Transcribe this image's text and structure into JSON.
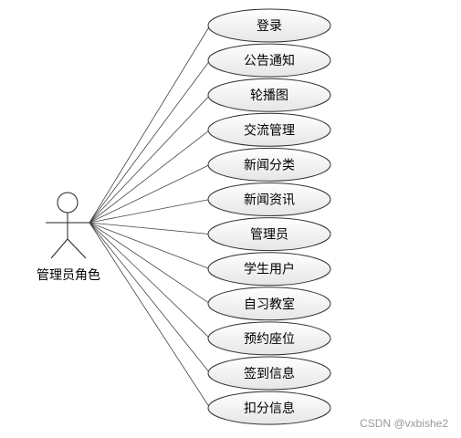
{
  "diagram": {
    "actor": {
      "label": "管理员角色"
    },
    "use_cases": [
      {
        "label": "登录"
      },
      {
        "label": "公告通知"
      },
      {
        "label": "轮播图"
      },
      {
        "label": "交流管理"
      },
      {
        "label": "新闻分类"
      },
      {
        "label": "新闻资讯"
      },
      {
        "label": "管理员"
      },
      {
        "label": "学生用户"
      },
      {
        "label": "自习教室"
      },
      {
        "label": "预约座位"
      },
      {
        "label": "签到信息"
      },
      {
        "label": "扣分信息"
      }
    ]
  },
  "watermark": "CSDN @vxbishe2",
  "colors": {
    "ellipse_fill_top": "#ffffff",
    "ellipse_fill_bottom": "#e8e8e8",
    "stroke": "#333333"
  }
}
